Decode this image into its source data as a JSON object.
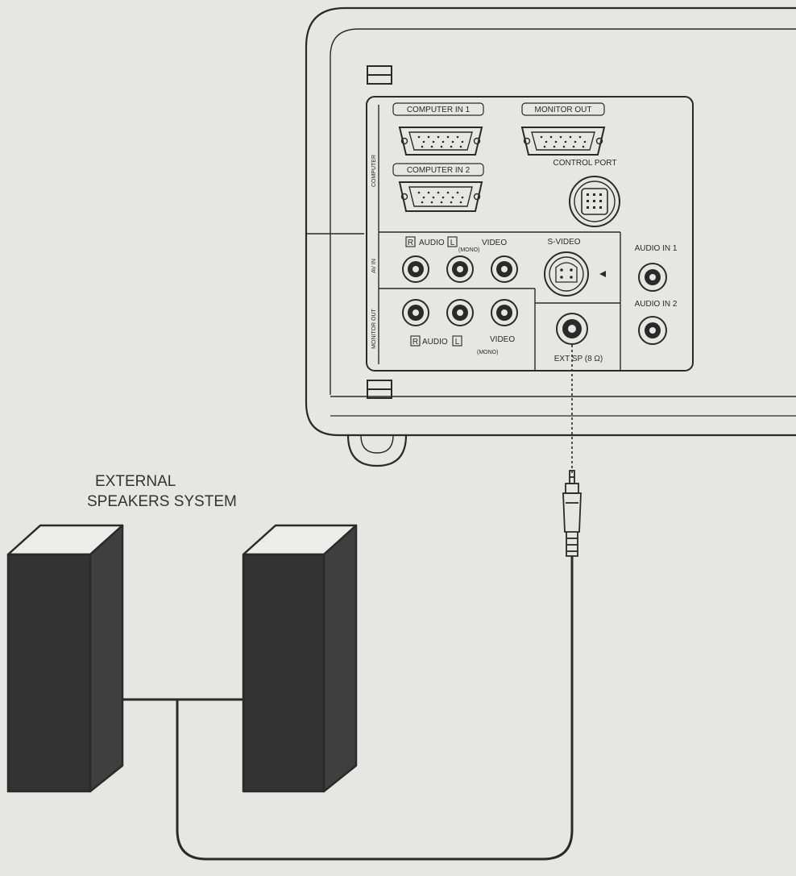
{
  "speakers": {
    "caption_line1": "EXTERNAL",
    "caption_line2": "SPEAKERS SYSTEM"
  },
  "panel": {
    "computer_in_1": "COMPUTER IN 1",
    "computer_in_2": "COMPUTER IN 2",
    "monitor_out": "MONITOR OUT",
    "control_port": "CONTROL PORT",
    "computer_side": "COMPUTER",
    "av_in_side": "AV IN",
    "monitor_out_side": "MONITOR OUT",
    "av_r": "R",
    "av_audio": "AUDIO",
    "av_l": "L",
    "av_mono": "(MONO)",
    "av_video": "VIDEO",
    "s_video": "S-VIDEO",
    "mo_r": "R",
    "mo_audio": "AUDIO",
    "mo_l": "L",
    "mo_mono": "(MONO)",
    "mo_video": "VIDEO",
    "ext_sp": "EXT SP (8 Ω)",
    "audio_in_1": "AUDIO IN 1",
    "audio_in_2": "AUDIO IN 2"
  },
  "colors": {
    "background": "#e6e6e4",
    "line": "#2a2a2a",
    "speaker_fill": "#3a3a3a"
  }
}
